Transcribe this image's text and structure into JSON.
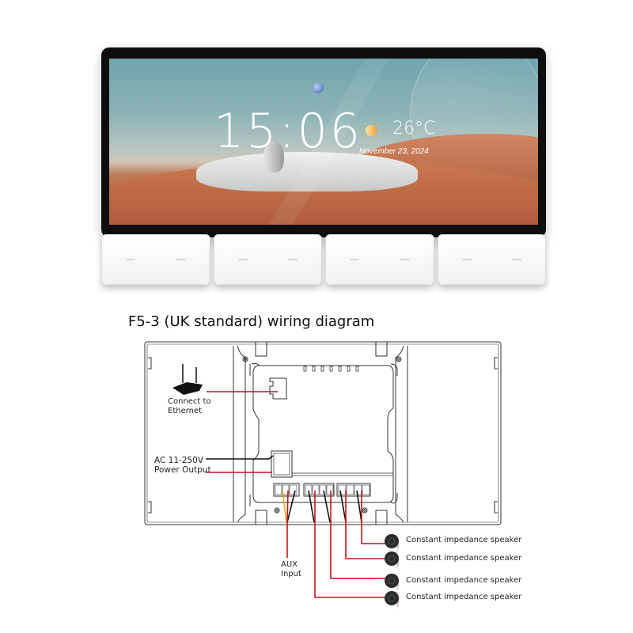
{
  "device": {
    "screen": {
      "time": "15:06",
      "weather_icon": "sun-icon",
      "temperature": "26°C",
      "date": "November 23, 2024"
    },
    "buttons": [
      {
        "id": "switch-1"
      },
      {
        "id": "switch-2"
      },
      {
        "id": "switch-3"
      },
      {
        "id": "switch-4"
      }
    ]
  },
  "diagram": {
    "title": "F5-3 (UK standard) wiring diagram",
    "labels": {
      "ethernet_line1": "Connect to",
      "ethernet_line2": "Ethernet",
      "power_line1": "AC 11-250V",
      "power_line2": "Power Output",
      "aux_line1": "AUX",
      "aux_line2": "Input"
    },
    "speakers": [
      {
        "label": "Constant impedance speaker"
      },
      {
        "label": "Constant impedance speaker"
      },
      {
        "label": "Constant impedance speaker"
      },
      {
        "label": "Constant impedance speaker"
      }
    ],
    "colors": {
      "wire_red": "#c0141c",
      "wire_black": "#111111",
      "wire_yellow": "#e0b020",
      "outline": "#333333"
    }
  }
}
